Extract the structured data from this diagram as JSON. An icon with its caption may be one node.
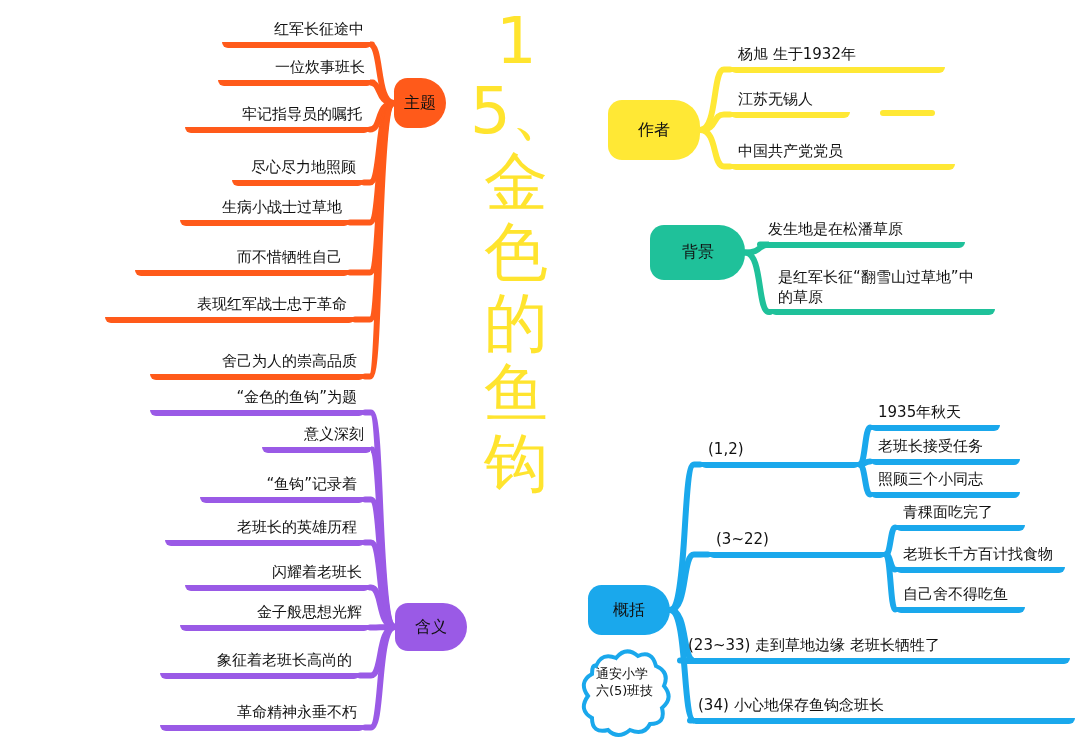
{
  "diagram": {
    "title": "15、金色的鱼钩",
    "nodes": [
      {
        "text": [
          "主题"
        ]
      },
      {
        "text": [
          "红军长征途中"
        ]
      },
      {
        "text": [
          "一位炊事班长"
        ]
      },
      {
        "text": [
          "牢记指导员的嘱托"
        ]
      },
      {
        "text": [
          "尽心尽力地照顾"
        ]
      },
      {
        "text": [
          "生病小战士过草地"
        ]
      },
      {
        "text": [
          "而不惜牺牲自己"
        ]
      },
      {
        "text": [
          "表现红军战士忠于革命"
        ]
      },
      {
        "text": [
          "舍己为人的崇高品质"
        ]
      },
      {
        "text": [
          "含义"
        ]
      },
      {
        "text": [
          "“金色的鱼钩”为题"
        ]
      },
      {
        "text": [
          "意义深刻"
        ]
      },
      {
        "text": [
          "“鱼钩”记录着"
        ]
      },
      {
        "text": [
          "老班长的英雄历程"
        ]
      },
      {
        "text": [
          "闪耀着老班长"
        ]
      },
      {
        "text": [
          "金子般思想光辉"
        ]
      },
      {
        "text": [
          "象征着老班长高尚的"
        ]
      },
      {
        "text": [
          "革命精神永垂不朽"
        ]
      },
      {
        "text": [
          "作者"
        ]
      },
      {
        "text": [
          "杨旭 生于1932年"
        ]
      },
      {
        "text": [
          "江苏无锡人"
        ]
      },
      {
        "text": [
          "中国共产党党员"
        ]
      },
      {
        "text": [
          "背景"
        ]
      },
      {
        "text": [
          "发生地是在松潘草原"
        ]
      },
      {
        "text": [
          "是红军长征“翻雪山过草地”中的草原"
        ]
      },
      {
        "text": [
          "概括"
        ]
      },
      {
        "text": [
          "(1,2)"
        ]
      },
      {
        "text": [
          "1935年秋天"
        ]
      },
      {
        "text": [
          "老班长接受任务"
        ]
      },
      {
        "text": [
          "照顾三个小同志"
        ]
      },
      {
        "text": [
          "(3~22)"
        ]
      },
      {
        "text": [
          "青稞面吃完了"
        ]
      },
      {
        "text": [
          "老班长千方百计找食物"
        ]
      },
      {
        "text": [
          "自己舍不得吃鱼"
        ]
      },
      {
        "text": [
          "(23~33) 走到草地边缘 老班长牺牲了"
        ]
      },
      {
        "text": [
          "(34) 小心地保存鱼钩念班长"
        ]
      },
      {
        "text": [
          "通安小学六(5)班技"
        ]
      }
    ],
    "edges": [
      {
        "from": 0,
        "to": 1,
        "arrow": "none",
        "color": "#ff5a1a"
      },
      {
        "from": 0,
        "to": 2,
        "arrow": "none",
        "color": "#ff5a1a"
      },
      {
        "from": 0,
        "to": 3,
        "arrow": "none",
        "color": "#ff5a1a"
      },
      {
        "from": 0,
        "to": 4,
        "arrow": "none",
        "color": "#ff5a1a"
      },
      {
        "from": 0,
        "to": 5,
        "arrow": "none",
        "color": "#ff5a1a"
      },
      {
        "from": 0,
        "to": 6,
        "arrow": "none",
        "color": "#ff5a1a"
      },
      {
        "from": 0,
        "to": 7,
        "arrow": "none",
        "color": "#ff5a1a"
      },
      {
        "from": 0,
        "to": 8,
        "arrow": "none",
        "color": "#ff5a1a"
      },
      {
        "from": 9,
        "to": 10,
        "arrow": "none",
        "color": "#9a5ae6"
      },
      {
        "from": 9,
        "to": 11,
        "arrow": "none",
        "color": "#9a5ae6"
      },
      {
        "from": 9,
        "to": 12,
        "arrow": "none",
        "color": "#9a5ae6"
      },
      {
        "from": 9,
        "to": 13,
        "arrow": "none",
        "color": "#9a5ae6"
      },
      {
        "from": 9,
        "to": 14,
        "arrow": "none",
        "color": "#9a5ae6"
      },
      {
        "from": 9,
        "to": 15,
        "arrow": "none",
        "color": "#9a5ae6"
      },
      {
        "from": 9,
        "to": 16,
        "arrow": "none",
        "color": "#9a5ae6"
      },
      {
        "from": 9,
        "to": 17,
        "arrow": "none",
        "color": "#9a5ae6"
      },
      {
        "from": 18,
        "to": 19,
        "arrow": "none",
        "color": "#ffe835"
      },
      {
        "from": 18,
        "to": 20,
        "arrow": "none",
        "color": "#ffe835"
      },
      {
        "from": 18,
        "to": 21,
        "arrow": "none",
        "color": "#ffe835"
      },
      {
        "from": 22,
        "to": 23,
        "arrow": "none",
        "color": "#1fc19a"
      },
      {
        "from": 22,
        "to": 24,
        "arrow": "none",
        "color": "#1fc19a"
      },
      {
        "from": 25,
        "to": 26,
        "arrow": "none"
      },
      {
        "from": 26,
        "to": 27,
        "arrow": "none"
      },
      {
        "from": 26,
        "to": 28,
        "arrow": "none"
      },
      {
        "from": 26,
        "to": 29,
        "arrow": "none"
      },
      {
        "from": 25,
        "to": 30,
        "arrow": "none"
      },
      {
        "from": 30,
        "to": 31,
        "arrow": "none"
      },
      {
        "from": 30,
        "to": 32,
        "arrow": "none"
      },
      {
        "from": 30,
        "to": 33,
        "arrow": "none"
      },
      {
        "from": 25,
        "to": 34,
        "arrow": "none"
      },
      {
        "from": 25,
        "to": 35,
        "arrow": "none"
      }
    ]
  }
}
